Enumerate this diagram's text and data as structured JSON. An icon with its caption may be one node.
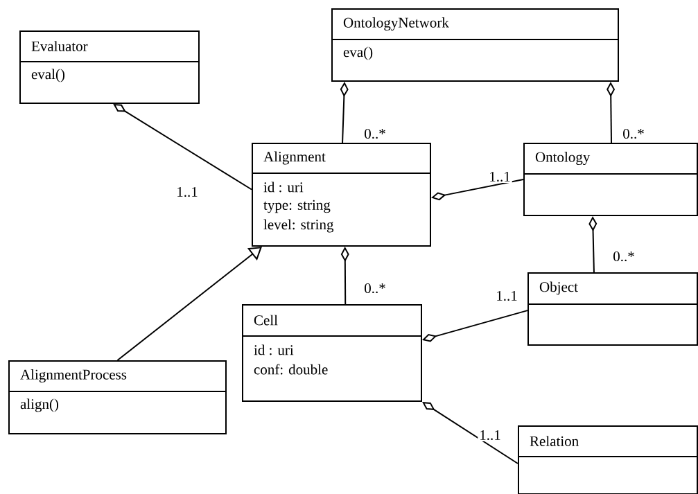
{
  "diagram": {
    "nodes": [
      {
        "text": [
          "Evaluator",
          "eval()"
        ]
      },
      {
        "text": [
          "OntologyNetwork",
          "eva()"
        ]
      },
      {
        "text": [
          "Alignment",
          "id : uri",
          "type: string",
          "level: string"
        ]
      },
      {
        "text": [
          "Ontology"
        ]
      },
      {
        "text": [
          "Object"
        ]
      },
      {
        "text": [
          "Cell",
          "id : uri",
          "conf: double"
        ]
      },
      {
        "text": [
          "AlignmentProcess",
          "align()"
        ]
      },
      {
        "text": [
          "Relation"
        ]
      }
    ],
    "edges": [
      {
        "from": 0,
        "to": 2,
        "arrow": "other",
        "label": "1..1"
      },
      {
        "from": 1,
        "to": 2,
        "arrow": "other",
        "label": "0..*"
      },
      {
        "from": 1,
        "to": 3,
        "arrow": "other",
        "label": "0..*"
      },
      {
        "from": 2,
        "to": 3,
        "arrow": "other",
        "label": "1..1"
      },
      {
        "from": 3,
        "to": 4,
        "arrow": "other",
        "label": "0..*"
      },
      {
        "from": 2,
        "to": 5,
        "arrow": "other",
        "label": "0..*"
      },
      {
        "from": 5,
        "to": 4,
        "arrow": "other",
        "label": "1..1"
      },
      {
        "from": 5,
        "to": 7,
        "arrow": "other",
        "label": "1..1"
      },
      {
        "from": 6,
        "to": 2,
        "arrow": "to"
      }
    ]
  }
}
